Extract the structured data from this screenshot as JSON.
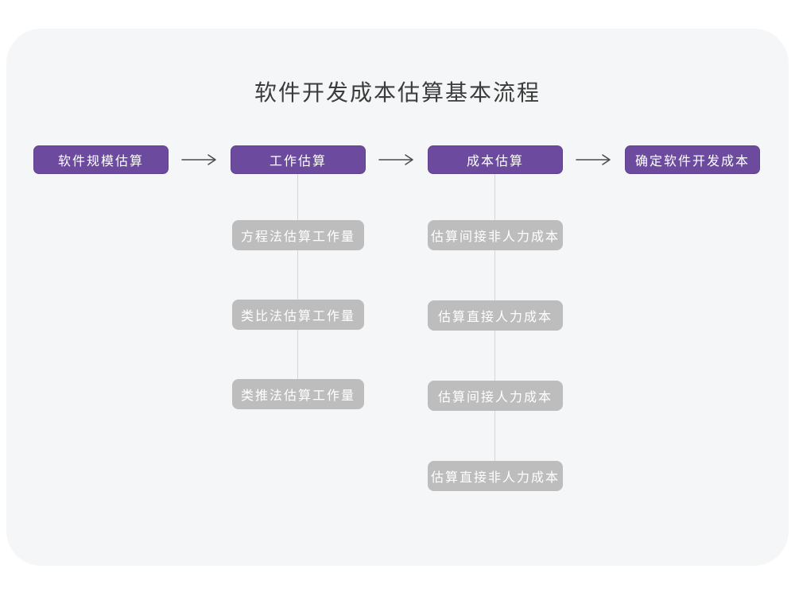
{
  "title": "软件开发成本估算基本流程",
  "flow": {
    "main_steps": [
      "软件规模估算",
      "工作估算",
      "成本估算",
      "确定软件开发成本"
    ],
    "work_branch_steps": [
      "方程法估算工作量",
      "类比法估算工作量",
      "类推法估算工作量"
    ],
    "cost_branch_steps": [
      "估算间接非人力成本",
      "估算直接人力成本",
      "估算间接人力成本",
      "估算直接非人力成本"
    ]
  },
  "colors": {
    "canvas-bg": "#ffffff",
    "card-bg": "#f5f6f7",
    "node-purple": "#6c4b9e",
    "node-gray": "#bdbdbd",
    "node-text": "#ffffff",
    "title-text": "#3c3c3c",
    "arrow": "#4a4a4a",
    "connector": "#d6d6d6"
  }
}
